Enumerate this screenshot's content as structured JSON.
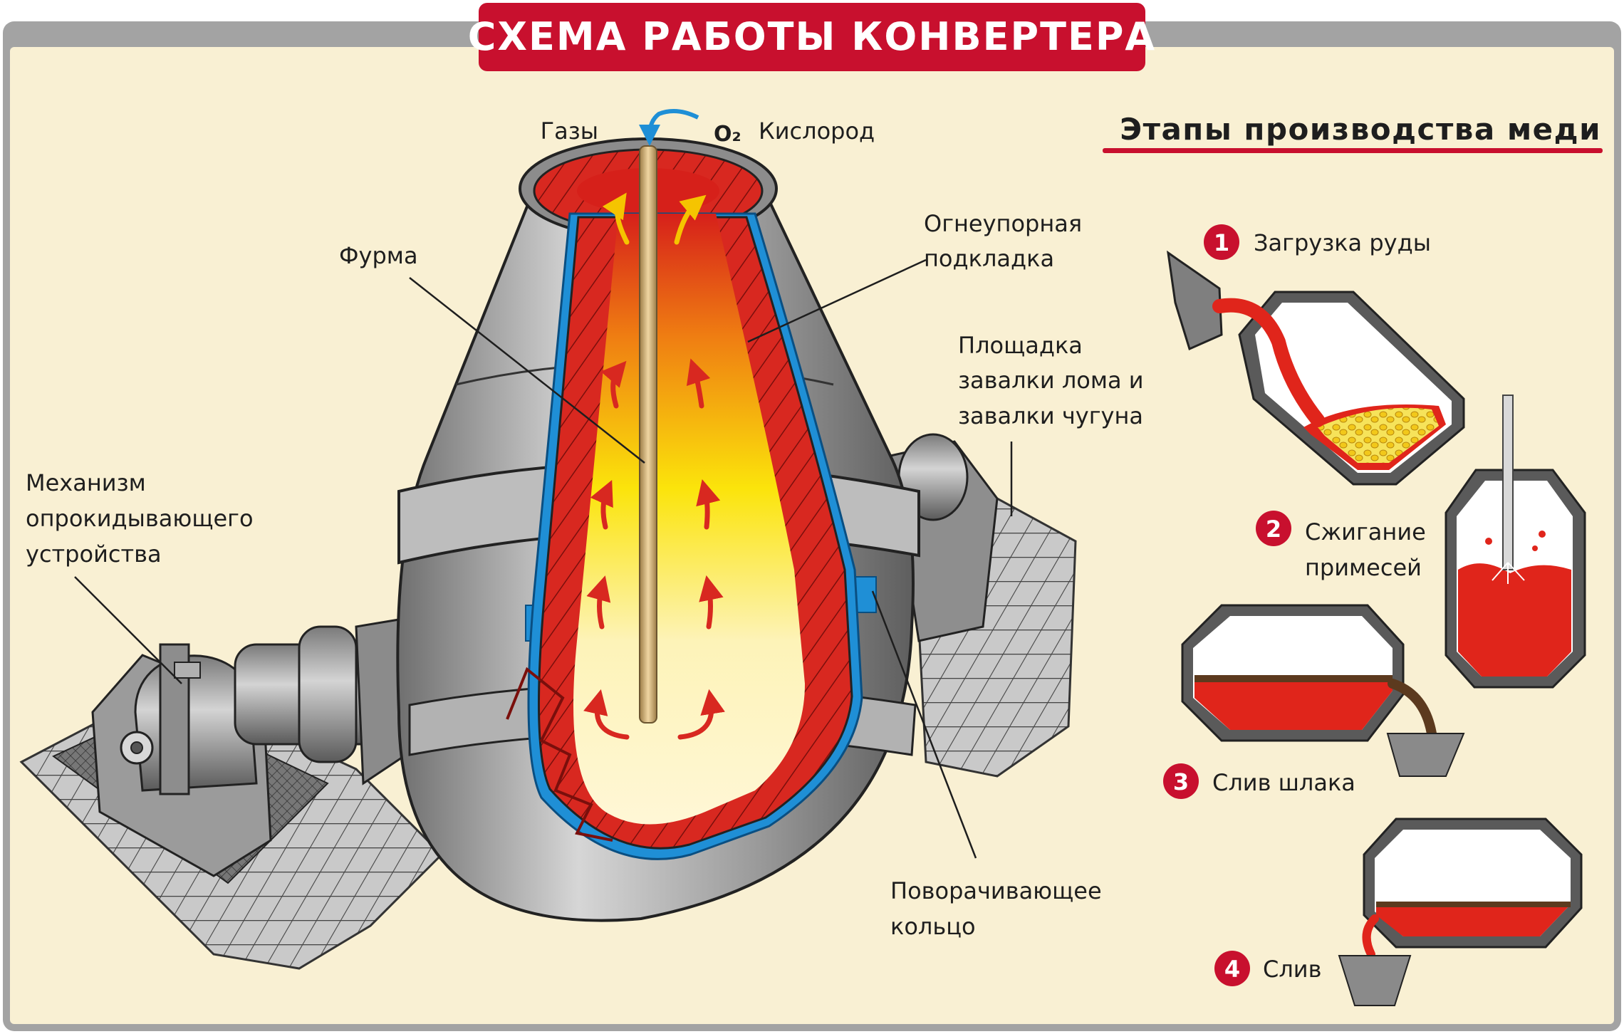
{
  "title": "СХЕМА РАБОТЫ КОНВЕРТЕРА",
  "converter": {
    "gases": "Газы",
    "oxygen_formula": "O₂",
    "oxygen": "Кислород",
    "lance": "Фурма",
    "lining_line1": "Огнеупорная",
    "lining_line2": "подкладка",
    "platform_line1": "Площадка",
    "platform_line2": "завалки лома и",
    "platform_line3": "завалки чугуна",
    "tilt_line1": "Механизм",
    "tilt_line2": "опрокидывающего",
    "tilt_line3": "устройства",
    "ring_line1": "Поворачивающее",
    "ring_line2": "кольцо"
  },
  "steps": {
    "title": "Этапы производства меди",
    "items": [
      {
        "number": "1",
        "label": "Загрузка руды"
      },
      {
        "number": "2",
        "label_line1": "Сжигание",
        "label_line2": "примесей"
      },
      {
        "number": "3",
        "label": "Слив шлака"
      },
      {
        "number": "4",
        "label": "Слив"
      }
    ]
  },
  "colors": {
    "background": "#f9f0d3",
    "frame": "#a0a0a0",
    "accent_red": "#c8102e",
    "lining": "#d82820",
    "metal": "#a9a9a9"
  }
}
